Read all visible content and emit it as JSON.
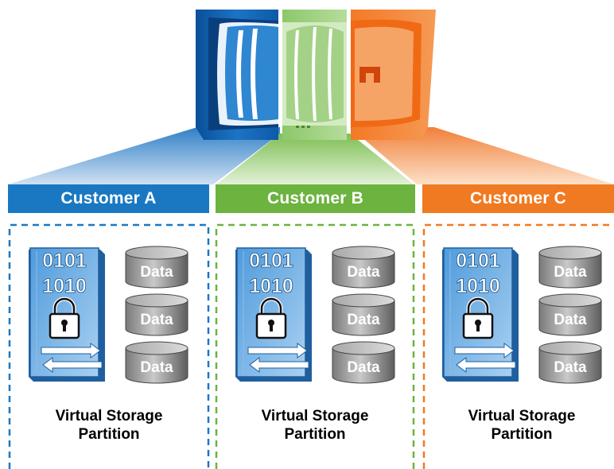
{
  "colors": {
    "customer_a": "#1a78c2",
    "customer_b": "#6cb33f",
    "customer_c": "#f07a22"
  },
  "icons": {
    "storage_array": "storage-array-icon",
    "partition_server": "server-lock-icon",
    "data_disk": "database-disk-icon"
  },
  "customers": [
    {
      "label": "Customer A",
      "server": {
        "line1": "0101",
        "line2": "1010"
      },
      "disks": [
        "Data",
        "Data",
        "Data"
      ],
      "caption_line1": "Virtual Storage",
      "caption_line2": "Partition"
    },
    {
      "label": "Customer B",
      "server": {
        "line1": "0101",
        "line2": "1010"
      },
      "disks": [
        "Data",
        "Data",
        "Data"
      ],
      "caption_line1": "Virtual Storage",
      "caption_line2": "Partition"
    },
    {
      "label": "Customer C",
      "server": {
        "line1": "0101",
        "line2": "1010"
      },
      "disks": [
        "Data",
        "Data",
        "Data"
      ],
      "caption_line1": "Virtual Storage",
      "caption_line2": "Partition"
    }
  ]
}
